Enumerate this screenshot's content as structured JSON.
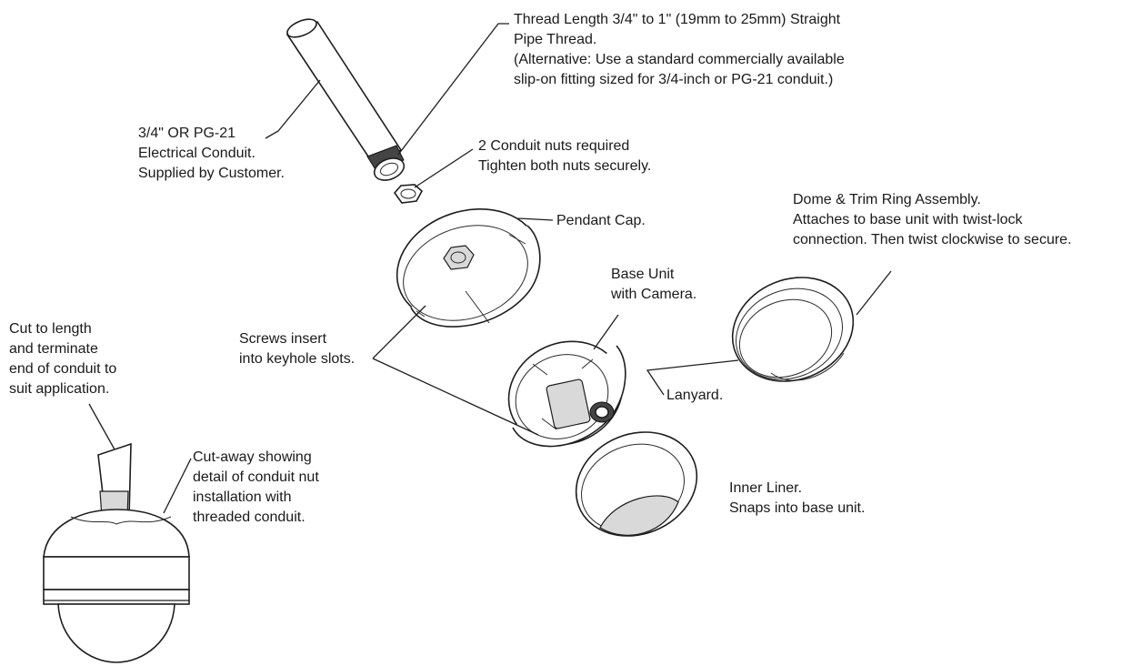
{
  "labels": {
    "thread": [
      "Thread Length 3/4\" to 1\" (19mm to 25mm) Straight",
      "Pipe Thread.",
      "(Alternative:  Use a standard commercially available",
      "slip-on fitting sized for 3/4-inch or PG-21 conduit.)"
    ],
    "conduit": [
      "3/4\" OR PG-21",
      "Electrical Conduit.",
      "Supplied by Customer."
    ],
    "nuts": [
      "2 Conduit nuts required",
      "Tighten both nuts securely."
    ],
    "pendant_cap": [
      "Pendant Cap."
    ],
    "dome": [
      "Dome & Trim Ring Assembly.",
      "Attaches to base unit with twist-lock",
      "connection.  Then twist clockwise to secure."
    ],
    "base_unit": [
      "Base Unit",
      "with Camera."
    ],
    "screws": [
      "Screws insert",
      "into keyhole slots."
    ],
    "lanyard": [
      "Lanyard."
    ],
    "cut": [
      "Cut to length",
      "and terminate",
      "end of conduit to",
      "suit application."
    ],
    "cutaway": [
      "Cut-away showing",
      "detail of conduit nut",
      "installation with",
      "threaded conduit."
    ],
    "liner": [
      "Inner Liner.",
      "Snaps into base unit."
    ]
  }
}
